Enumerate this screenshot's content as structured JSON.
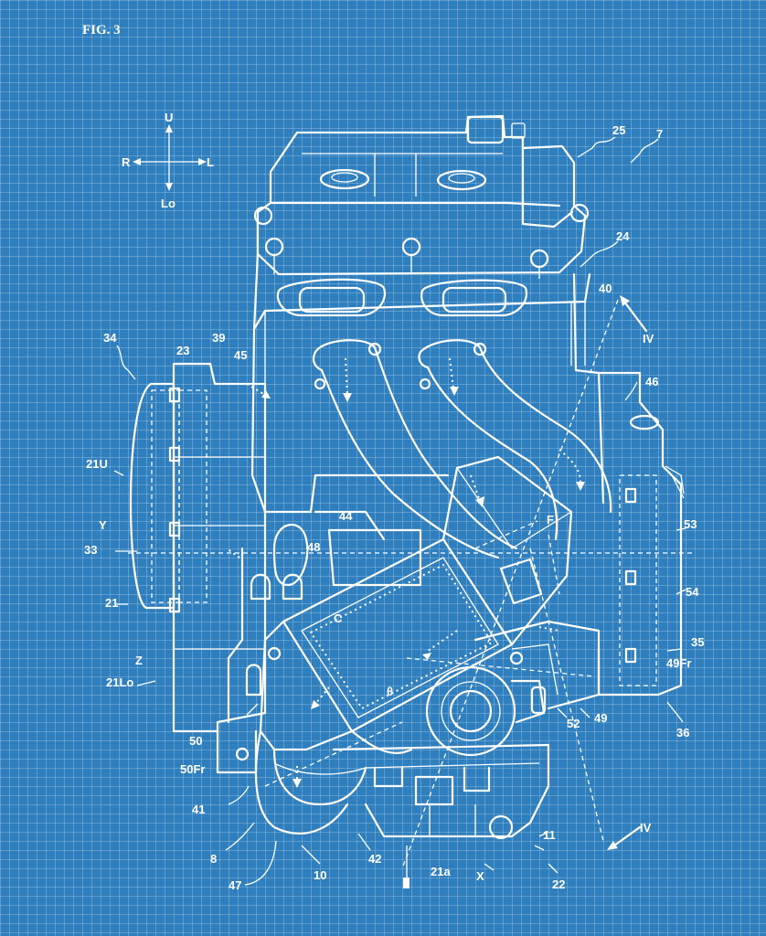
{
  "figure_title": "FIG. 3",
  "direction_compass": {
    "up": "U",
    "down": "Lo",
    "right": "R",
    "left": "L"
  },
  "labels": {
    "n25": "25",
    "n7": "7",
    "n24": "24",
    "n40": "40",
    "iv_top": "IV",
    "n34": "34",
    "n23": "23",
    "n39": "39",
    "n45": "45",
    "n46": "46",
    "n21u": "21U",
    "y": "Y",
    "n33": "33",
    "n21": "21",
    "n44": "44",
    "n48": "48",
    "f": "F",
    "n53": "53",
    "n54": "54",
    "c": "C",
    "n35": "35",
    "n49fr": "49Fr",
    "z": "Z",
    "n21lo": "21Lo",
    "theta": "θ",
    "n52": "52",
    "n49": "49",
    "n36": "36",
    "n50": "50",
    "n50fr": "50Fr",
    "n41": "41",
    "iv_bottom": "IV",
    "n8": "8",
    "n11": "11",
    "n42": "42",
    "n47": "47",
    "n10": "10",
    "n21a": "21a",
    "x": "X",
    "n22": "22"
  },
  "colors": {
    "background": "#2f7fbe",
    "lines": "#ffffff"
  }
}
